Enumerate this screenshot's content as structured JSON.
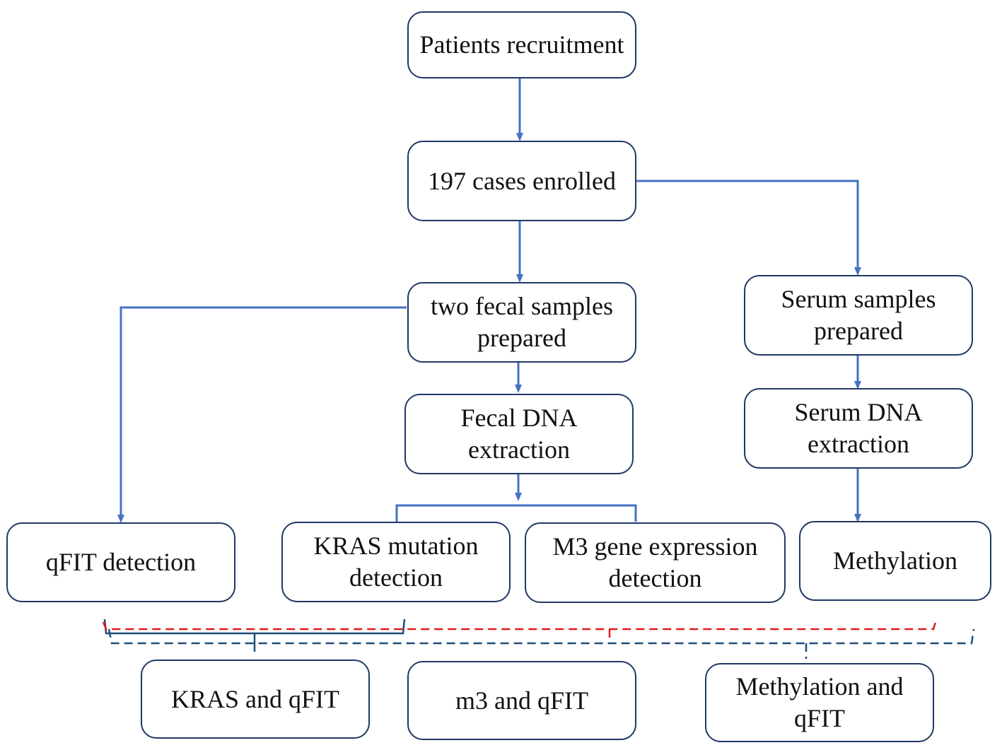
{
  "colors": {
    "arrow": "#4472c4",
    "box_border": "#1f3864",
    "red_bracket": "#e31a1c",
    "blue_bracket": "#1f4e79"
  },
  "nodes": {
    "patients": "Patients recruitment",
    "enrolled": "197 cases enrolled",
    "fecal_samples": "two fecal samples prepared",
    "serum_samples": "Serum samples prepared",
    "fecal_dna": "Fecal DNA extraction",
    "serum_dna": "Serum DNA extraction",
    "qfit": "qFIT detection",
    "kras": "KRAS mutation detection",
    "m3": "M3 gene expression detection",
    "methylation": "Methylation",
    "kras_qfit": "KRAS and qFIT",
    "m3_qfit": "m3 and qFIT",
    "methylation_qfit": "Methylation and qFIT"
  }
}
